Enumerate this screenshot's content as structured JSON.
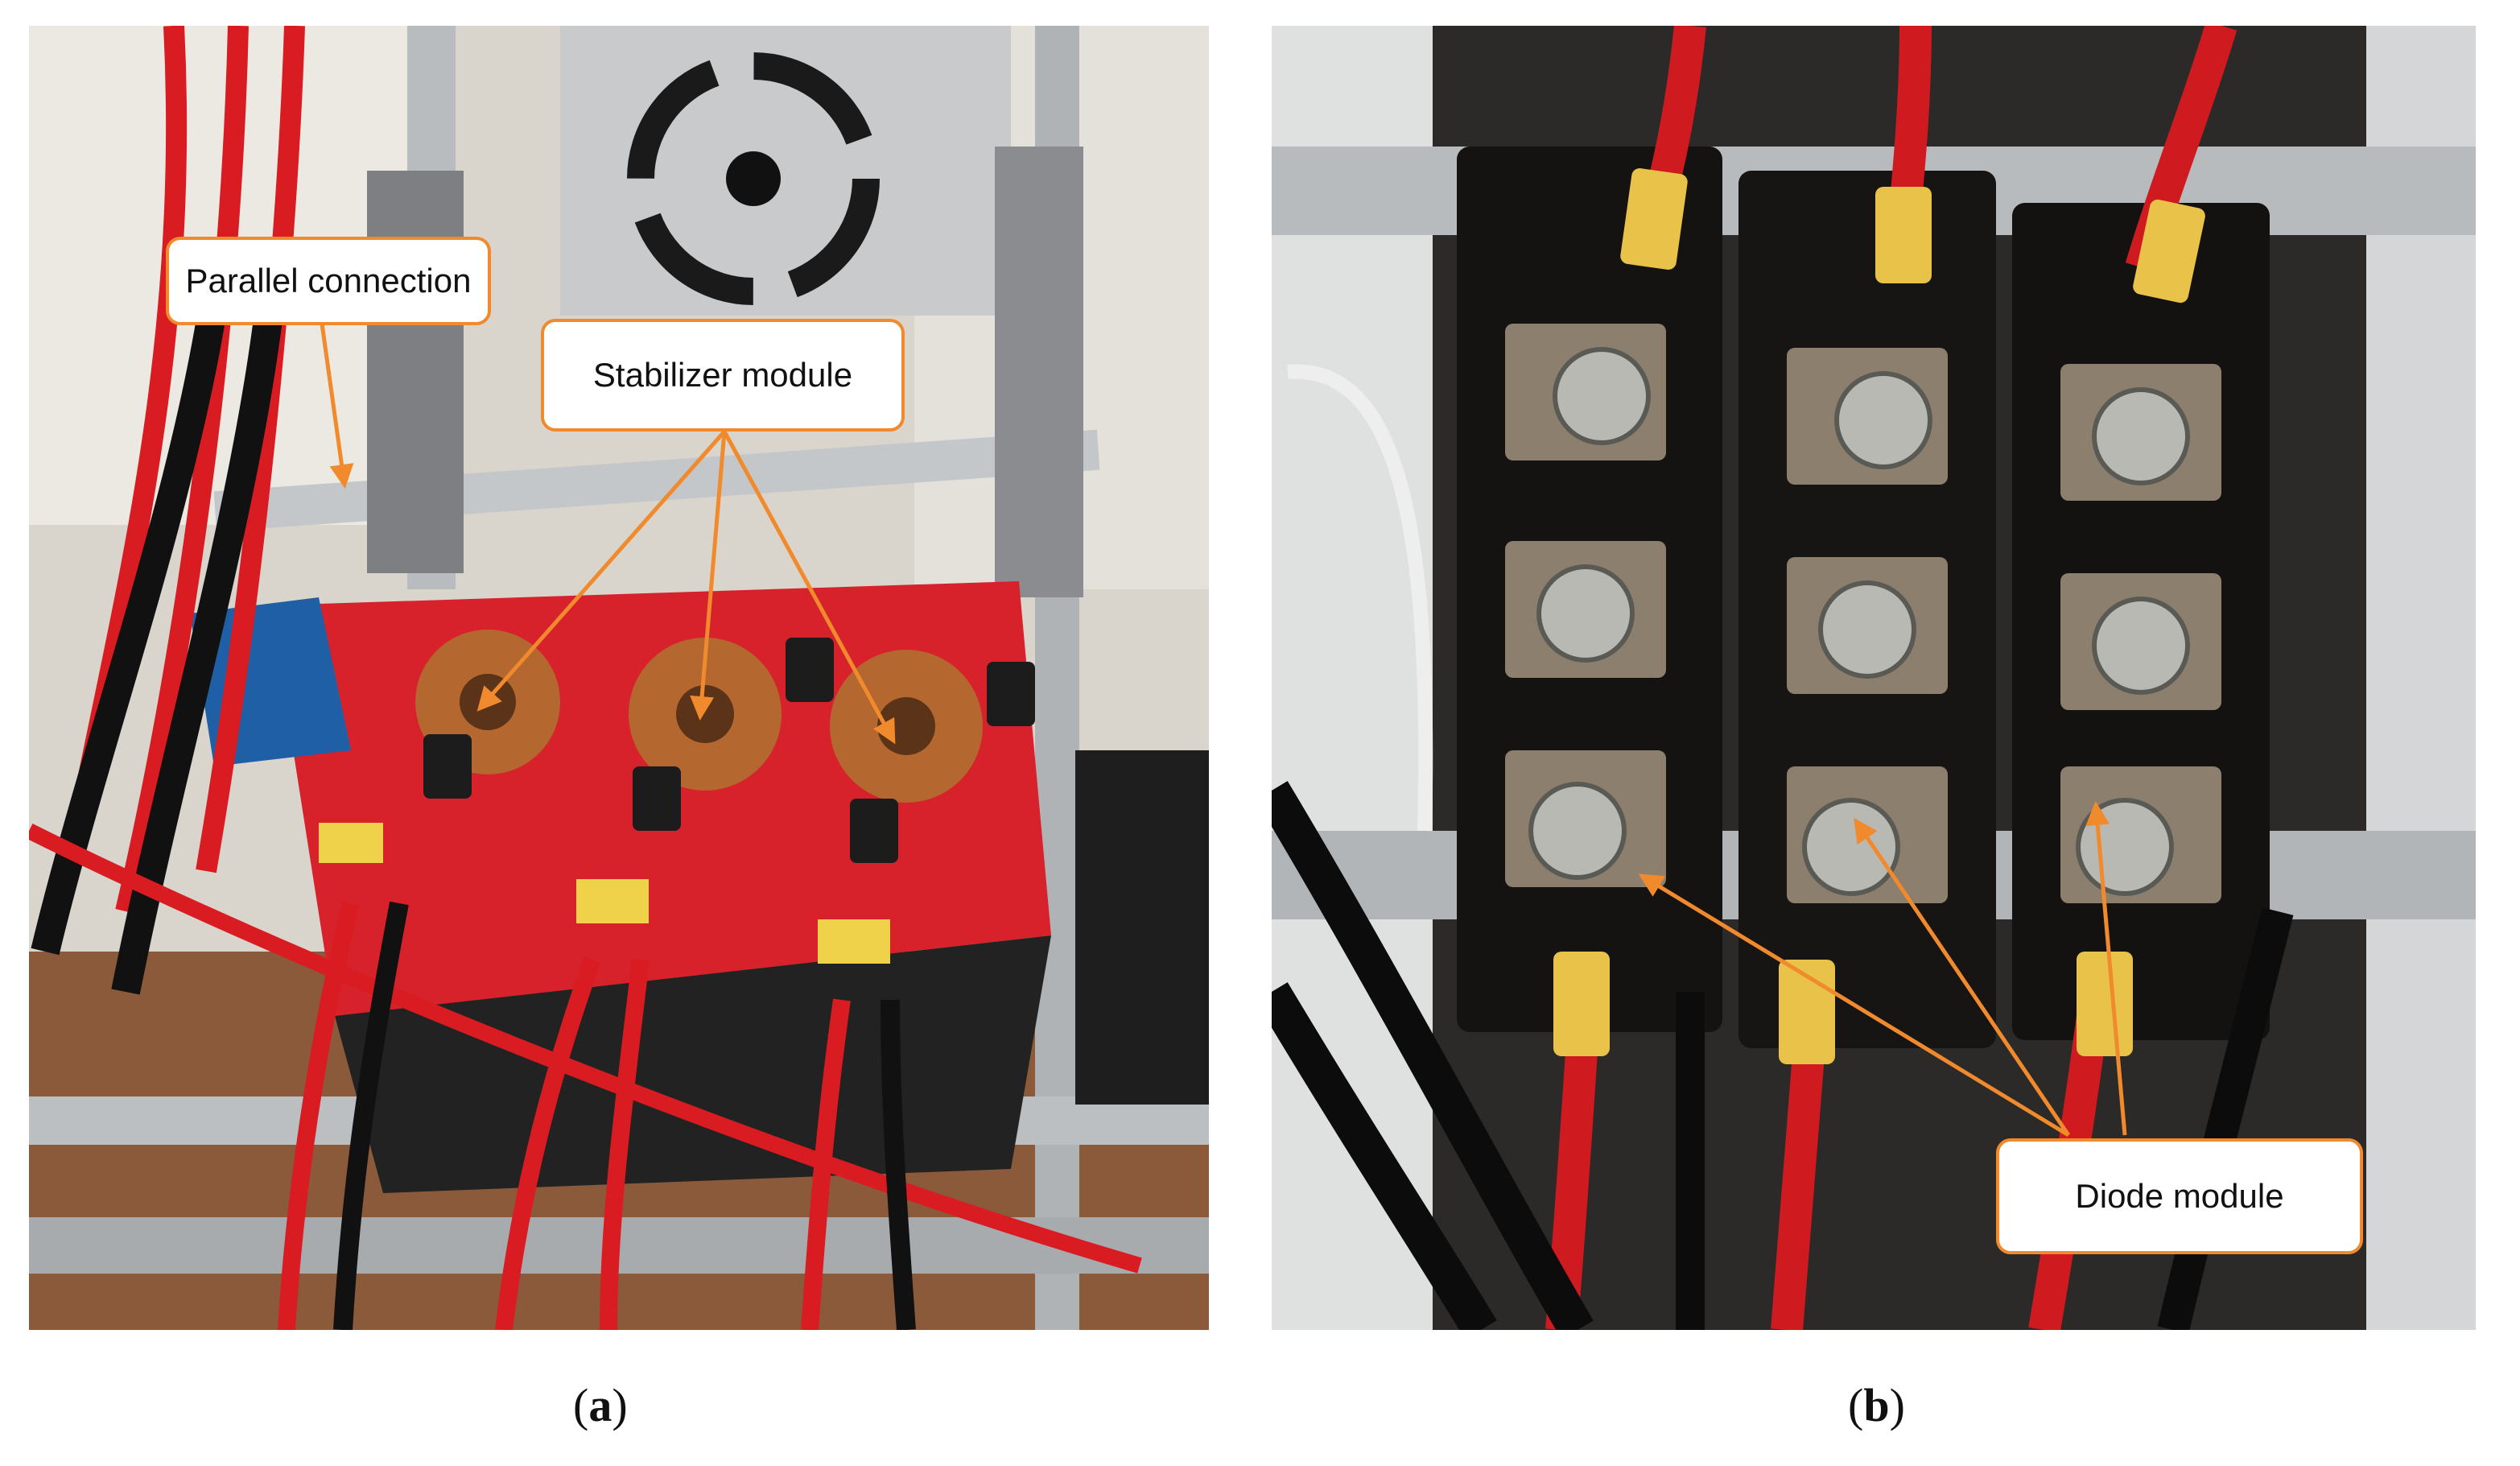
{
  "panel_a": {
    "labels": {
      "parallel_connection": "Parallel connection",
      "stabilizer_module": "Stabilizer module"
    },
    "caption_letter": "a"
  },
  "panel_b": {
    "labels": {
      "diode_module": "Diode module"
    },
    "caption_letter": "b"
  },
  "colors": {
    "callout_border": "#f08a2c",
    "arrow": "#f08a2c"
  }
}
